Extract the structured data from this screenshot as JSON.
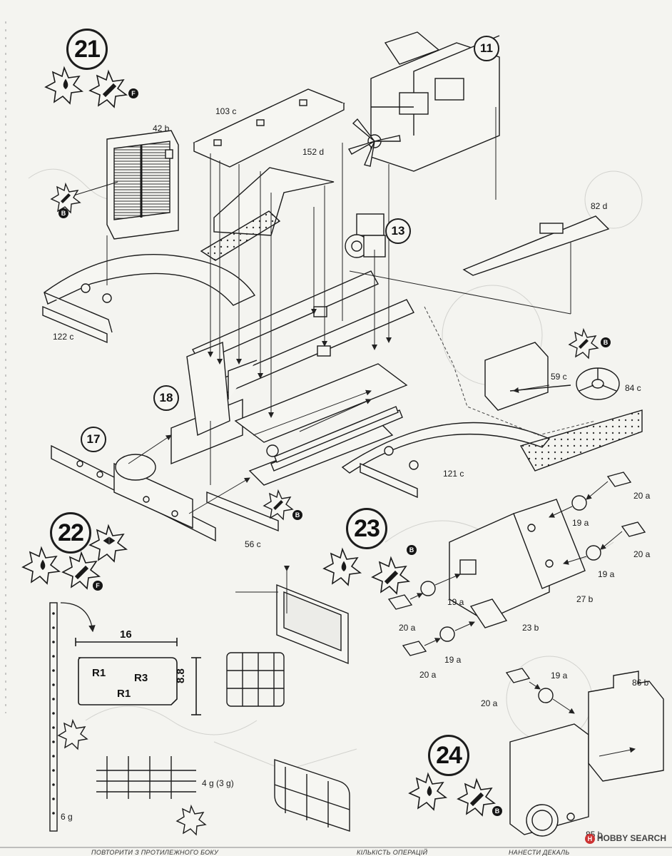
{
  "steps": {
    "s21": "21",
    "s22": "22",
    "s23": "23",
    "s24": "24"
  },
  "subassemblies": {
    "a11": "11",
    "a13": "13",
    "a17": "17",
    "a18": "18"
  },
  "parts": {
    "p42b": "42 b",
    "p103c": "103 c",
    "p152d": "152 d",
    "p82d": "82 d",
    "p122c": "122 c",
    "p59c": "59 c",
    "p84c": "84 c",
    "p121c": "121 c",
    "p56c": "56 c",
    "p20a_1": "20 a",
    "p19a_1": "19 a",
    "p20a_2": "20 a",
    "p19a_2": "19 a",
    "p27b": "27 b",
    "p19a_3": "19 a",
    "p20a_3": "20 a",
    "p23b": "23 b",
    "p19a_4": "19 a",
    "p20a_4": "20 a",
    "p19a_5": "19 a",
    "p20a_5": "20 a",
    "p86b": "86 b",
    "p85b": "85 b",
    "p4g": "4 g (3 g)",
    "p6g": "6 g"
  },
  "template": {
    "width": "16",
    "height": "8.8",
    "r1_top": "R1",
    "r3": "R3",
    "r1_bottom": "R1"
  },
  "paint_refs": {
    "F": "F",
    "B": "B"
  },
  "footer": {
    "repeat": "ПОВТОРИТИ З ПРОТИЛЕЖНОГО БОКУ",
    "count": "КІЛЬКІСТЬ ОПЕРАЦІЙ",
    "decal": "НАНЕСТИ ДЕКАЛЬ"
  },
  "watermark": "HOBBY SEARCH"
}
